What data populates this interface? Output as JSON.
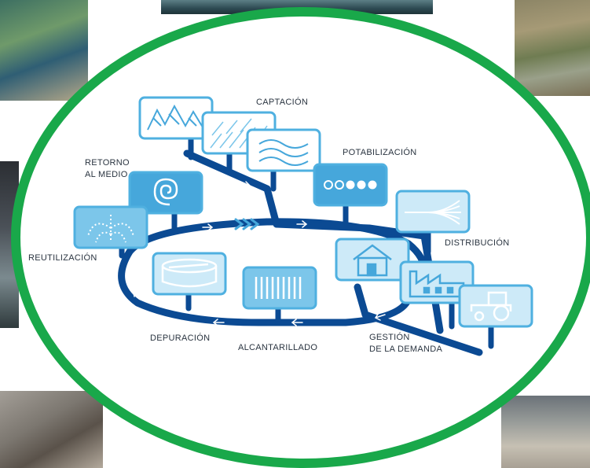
{
  "diagram": {
    "labels": {
      "captacion": "CAPTACIÓN",
      "potabilizacion": "POTABILIZACIÓN",
      "retorno_line1": "RETORNO",
      "retorno_line2": "AL MEDIO",
      "reutilizacion": "REUTILIZACIÓN",
      "distribucion": "DISTRIBUCIÓN",
      "depuracion": "DEPURACIÓN",
      "alcantarillado": "ALCANTARILLADO",
      "gestion_line1": "GESTIÓN",
      "gestion_line2": "DE LA DEMANDA"
    },
    "colors": {
      "pipe": "#0b4a93",
      "panel_light": "#cdeaf8",
      "panel_mid": "#7cc6ea",
      "panel_dark": "#46a7db",
      "panel_border": "#4fb0e0",
      "ring": "#19a84a"
    },
    "icons": [
      "mountains-icon",
      "rain-icon",
      "waves-icon",
      "dots-icon",
      "spiral-icon",
      "fountain-icon",
      "distribution-icon",
      "house-icon",
      "factory-icon",
      "tractor-icon",
      "settling-tank-icon",
      "sewer-grate-icon"
    ]
  },
  "photos": [
    "photo-treatment-pool",
    "photo-river",
    "photo-aerial-plant",
    "photo-wall-left",
    "photo-trench",
    "photo-pipe"
  ]
}
